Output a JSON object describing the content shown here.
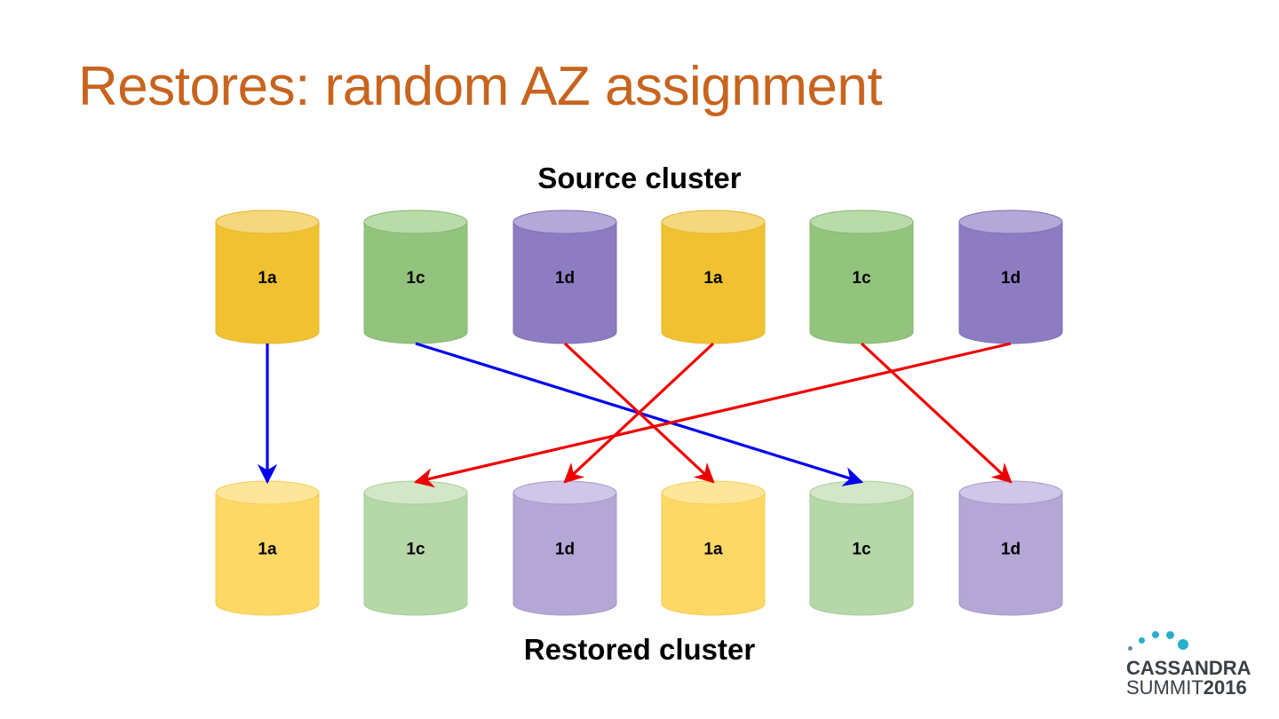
{
  "slide": {
    "title": "Restores: random AZ assignment",
    "source_label": "Source cluster",
    "restored_label": "Restored cluster"
  },
  "colors": {
    "title": "#c8641e",
    "source": {
      "1a": {
        "body": "#f0c232",
        "top": "#f5d77d",
        "edge": "#e6b52a"
      },
      "1c": {
        "body": "#93c47d",
        "top": "#b9dbaa",
        "edge": "#85b86f"
      },
      "1d": {
        "body": "#8e7cc3",
        "top": "#b4a8d8",
        "edge": "#7f6db5"
      }
    },
    "restored": {
      "1a": {
        "body": "#fdd865",
        "top": "#fde59a",
        "edge": "#f7cd55"
      },
      "1c": {
        "body": "#b6d7a8",
        "top": "#d2e7c8",
        "edge": "#a6cc96"
      },
      "1d": {
        "body": "#b4a7d6",
        "top": "#cfc6e8",
        "edge": "#a497c8"
      }
    },
    "arrow_same": "#0000ee",
    "arrow_moved": "#ee0000"
  },
  "source_nodes": [
    "1a",
    "1c",
    "1d",
    "1a",
    "1c",
    "1d"
  ],
  "restored_nodes": [
    "1a",
    "1c",
    "1d",
    "1a",
    "1c",
    "1d"
  ],
  "mappings": [
    {
      "from": 0,
      "to": 0,
      "kind": "same"
    },
    {
      "from": 1,
      "to": 4,
      "kind": "same"
    },
    {
      "from": 2,
      "to": 3,
      "kind": "moved"
    },
    {
      "from": 3,
      "to": 2,
      "kind": "moved"
    },
    {
      "from": 4,
      "to": 5,
      "kind": "moved"
    },
    {
      "from": 5,
      "to": 1,
      "kind": "moved"
    }
  ],
  "logo": {
    "line1": "CASSANDRA",
    "line2_a": "SUMMIT",
    "line2_b": "2016",
    "dot_color": "#29aecb",
    "dot_color_small": "#6e8a99"
  }
}
